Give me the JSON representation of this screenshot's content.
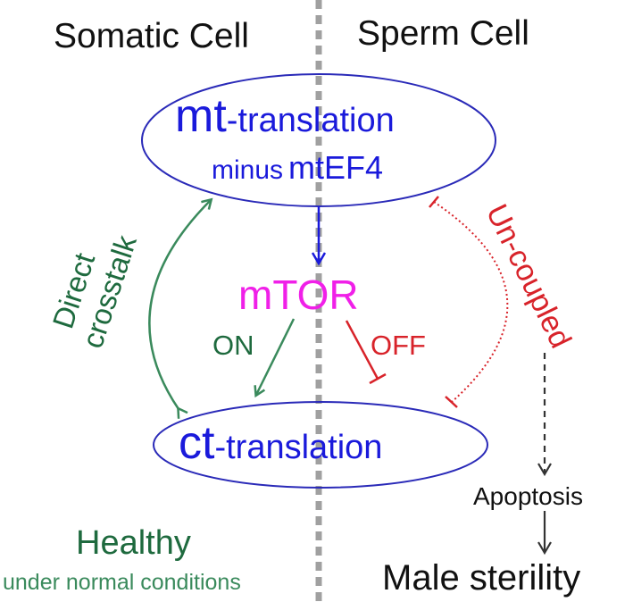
{
  "headers": {
    "left": "Somatic Cell",
    "right": "Sperm Cell"
  },
  "mt_node": {
    "prefix": "mt",
    "suffix": "-translation",
    "line2_minus": "minus",
    "line2_gene": "mtEF4"
  },
  "ct_node": {
    "prefix": "ct",
    "suffix": "-translation"
  },
  "mtor": {
    "label": "mTOR"
  },
  "labels": {
    "on": "ON",
    "off": "OFF",
    "direct_line1": "Direct",
    "direct_line2": "crosstalk",
    "uncoupled": "Un-coupled",
    "apoptosis": "Apoptosis",
    "male_sterility": "Male sterility",
    "healthy": "Healthy",
    "healthy_sub": "under normal conditions"
  },
  "colors": {
    "blue": "#1a1adb",
    "ellipse": "#2a2ab8",
    "magenta": "#f020e8",
    "green": "#3a8a5c",
    "dark_green": "#1e6a3e",
    "red": "#d8232a",
    "divider": "#a0a0a0",
    "black": "#111111"
  }
}
